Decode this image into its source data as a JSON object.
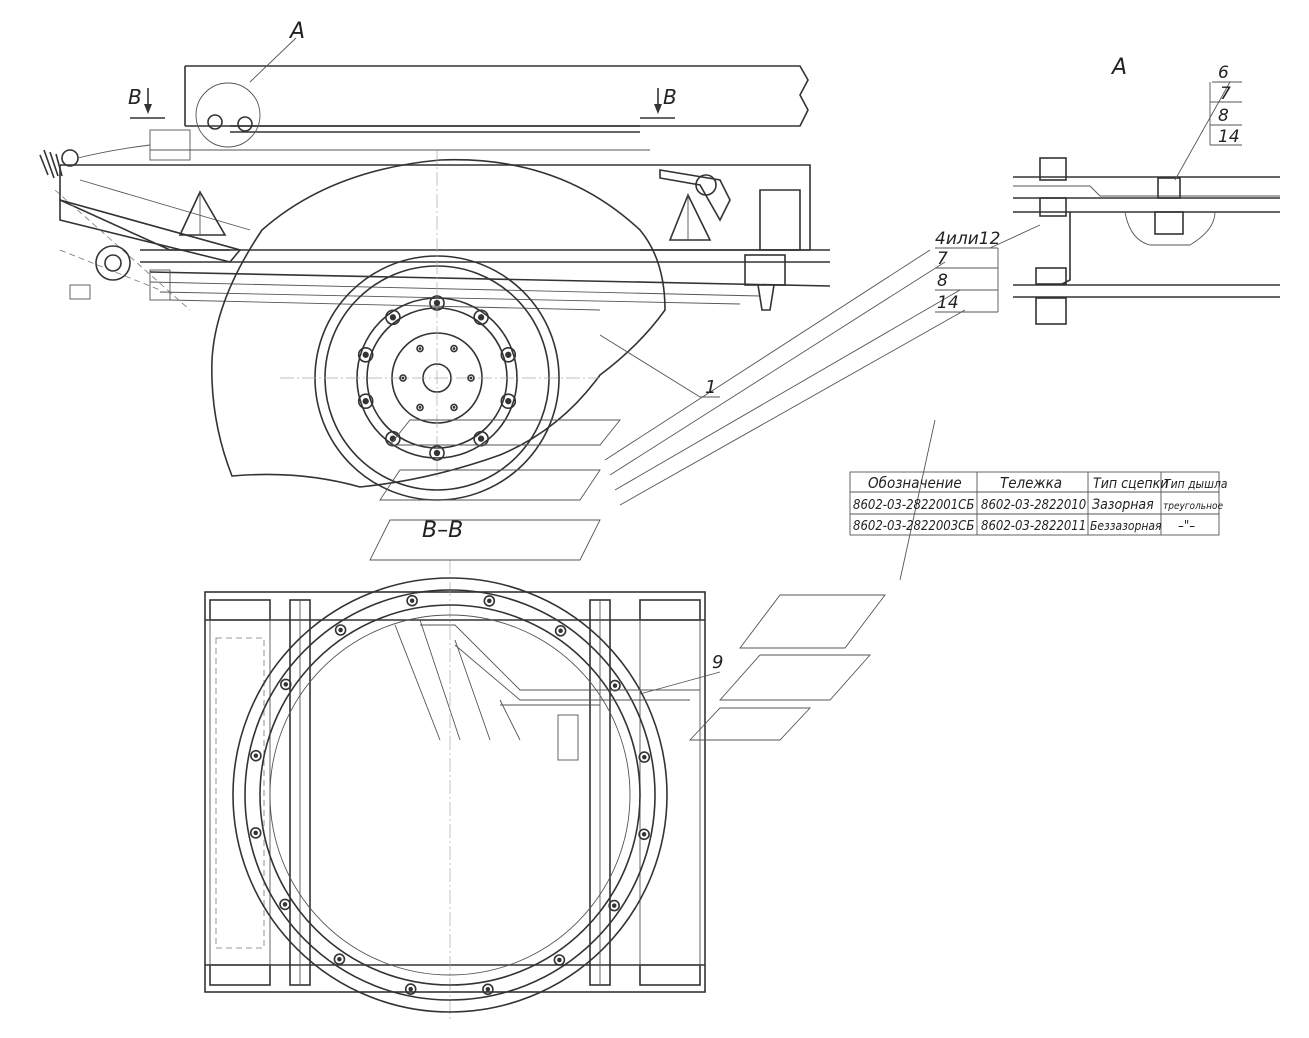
{
  "labels": {
    "view_a_top": "A",
    "view_a_detail": "A",
    "section_b_left": "В",
    "section_b_right": "В",
    "section_title": "В–В",
    "callout_1": "1",
    "callout_9": "9"
  },
  "callout_stack_detail": [
    "6",
    "7",
    "8",
    "14"
  ],
  "callout_stack_main": [
    "4или12",
    "7",
    "8",
    "14"
  ],
  "table": {
    "headers": [
      "Обозначение",
      "Тележка",
      "Тип сцепки",
      "Тип дышла"
    ],
    "rows": [
      [
        "8602-03-2822001СБ",
        "8602-03-2822010",
        "Зазорная",
        "треугольное"
      ],
      [
        "8602-03-2822003СБ",
        "8602-03-2822011",
        "Беззазорная",
        "–\"–"
      ]
    ]
  }
}
